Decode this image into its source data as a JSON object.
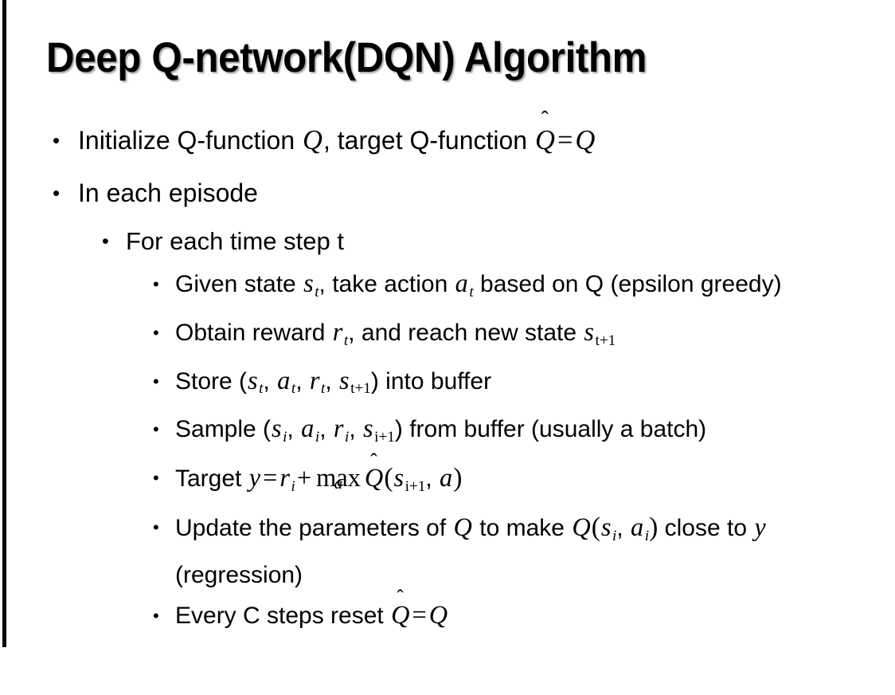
{
  "slide": {
    "title": "Deep Q-network(DQN) Algorithm",
    "background_color": "#ffffff",
    "text_color": "#000000",
    "accent_rule_color": "#0a0a0a",
    "bullet_glyph": "•"
  },
  "content": {
    "b1": {
      "level": 1,
      "text_1": "Initialize Q-function ",
      "math_1": "Q",
      "text_2": ", target Q-function ",
      "math_2": "Q̂",
      "eq": "=",
      "math_3": "Q"
    },
    "b2": {
      "level": 1,
      "text": "In each episode"
    },
    "b3": {
      "level": 2,
      "text": "For each time step t"
    },
    "b4": {
      "level": 3,
      "text_1": "Given state ",
      "var_s": "s",
      "sub_t": "t",
      "text_2": ", take action ",
      "var_a": "a",
      "sub_t2": "t",
      "text_3": " based on Q (epsilon greedy)"
    },
    "b5": {
      "level": 3,
      "text_1": "Obtain reward ",
      "var_r": "r",
      "sub_t": "t",
      "text_2": ", and reach new state ",
      "var_s": "s",
      "sub_t1": "t+1"
    },
    "b6": {
      "level": 3,
      "text_1": "Store (",
      "var_s1": "s",
      "sub_t1": "t",
      "sep_1": ", ",
      "var_a": "a",
      "sub_t2": "t",
      "sep_2": ", ",
      "var_r": "r",
      "sub_t3": "t",
      "sep_3": ", ",
      "var_s2": "s",
      "sub_t4": "t+1",
      "text_2": ") into buffer"
    },
    "b7": {
      "level": 3,
      "text_1": "Sample (",
      "var_s1": "s",
      "sub_i1": "i",
      "sep_1": ", ",
      "var_a": "a",
      "sub_i2": "i",
      "sep_2": ", ",
      "var_r": "r",
      "sub_i3": "i",
      "sep_3": ", ",
      "var_s2": "s",
      "sub_i4": "i+1",
      "text_2": ") from buffer (usually a batch)"
    },
    "b8": {
      "level": 3,
      "text_1": "Target ",
      "var_y": "y",
      "eq": "=",
      "var_r": "r",
      "sub_i": "i",
      "plus": "+",
      "max_op": "max",
      "max_limit": "a",
      "hat_q": "Q̂",
      "open": "(",
      "var_s": "s",
      "sub_i1": "i+1",
      "comma": ", ",
      "var_a": "a",
      "close": ")"
    },
    "b9": {
      "level": 3,
      "text_1": "Update the parameters of ",
      "var_q1": "Q",
      "text_2": " to make ",
      "var_q2": "Q",
      "open": "(",
      "var_s": "s",
      "sub_i1": "i",
      "comma": ", ",
      "var_a": "a",
      "sub_i2": "i",
      "close": ")",
      "text_3": " close to ",
      "var_y": "y",
      "text_4": " (regression)"
    },
    "b10": {
      "level": 3,
      "text_1": "Every C steps reset ",
      "hat_q": "Q̂",
      "eq": "=",
      "var_q": "Q"
    }
  }
}
